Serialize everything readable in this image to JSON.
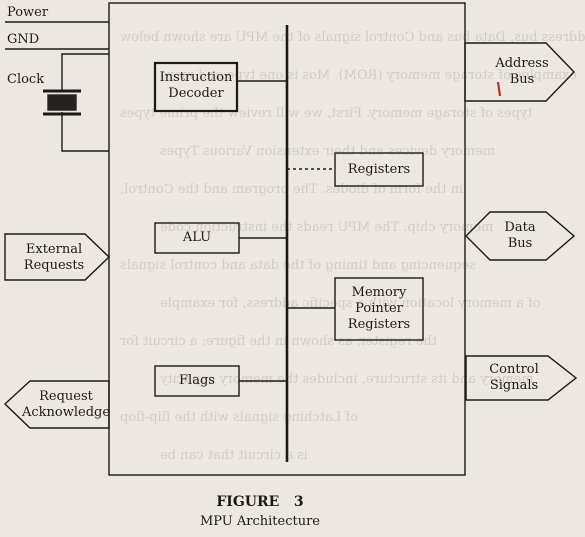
{
  "inputs": {
    "power": "Power",
    "gnd": "GND",
    "clock": "Clock"
  },
  "blocks": {
    "instruction_decoder": [
      "Instruction",
      "Decoder"
    ],
    "alu": "ALU",
    "flags": "Flags",
    "registers": "Registers",
    "memory_pointer_registers": [
      "Memory",
      "Pointer",
      "Registers"
    ]
  },
  "buses": {
    "address_bus": [
      "Address",
      "Bus"
    ],
    "data_bus": [
      "Data",
      "Bus"
    ],
    "control_signals": [
      "Control",
      "Signals"
    ],
    "external_requests": [
      "External",
      "Requests"
    ],
    "request_acknowledge": [
      "Request",
      "Acknowledge"
    ]
  },
  "caption": {
    "figure": "FIGURE   3",
    "title": "MPU Architecture"
  },
  "bleed_through_text": [
    "Address bus, Data bus and Control signals of the MPU are shown below",
    "examples of storage memory (ROM). Mos is one type and more",
    "types of storage memory. First, we will review the prime types",
    "memory devices and their extension Various Types",
    "in the form of diodes. The program and the Control,",
    "memory chip. The MPU reads the instruction code",
    "sequencing and timing of the data and control signals",
    "of a memory location with a specific address, for example",
    "the register, as shown in the figure; a circuit for",
    "memory and its structure, includes the memory capacity",
    "of Latching signals with the flip-flop",
    "is a circuit that can be"
  ],
  "colors": {
    "paper": "#ece8e1",
    "ink": "#1c1a18"
  }
}
